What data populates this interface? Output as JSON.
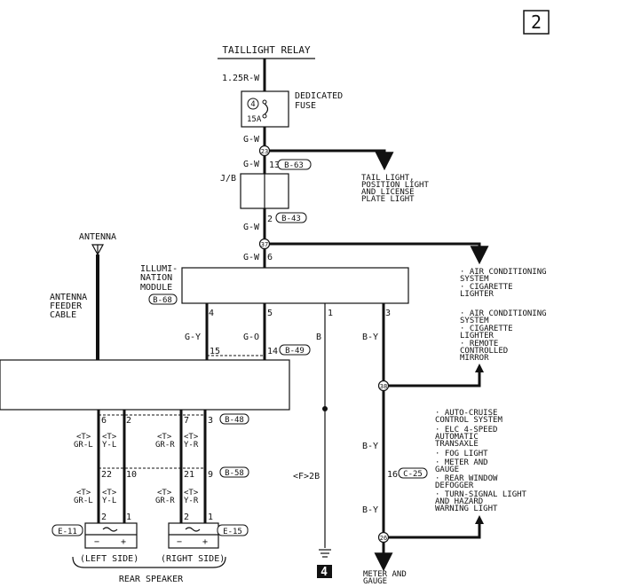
{
  "page_number": "2",
  "taillight_relay": "TAILLIGHT RELAY",
  "fuse": {
    "top_wire": "1.25R-W",
    "number": "4",
    "amps": "15A",
    "label_1": "DEDICATED",
    "label_2": "FUSE"
  },
  "wire_gw": "G-W",
  "splices": {
    "s23": "23",
    "s37": "37",
    "s38": "38",
    "s26": "26"
  },
  "jb": {
    "label": "J/B",
    "top_pin": "13",
    "top_conn": "B-63",
    "bottom_pin": "2",
    "bottom_conn": "B-43"
  },
  "tail_light": [
    "TAIL LIGHT,",
    "POSITION LIGHT",
    "AND LICENSE",
    "PLATE LIGHT"
  ],
  "illum_module": {
    "label": [
      "ILLUMI-",
      "NATION",
      "MODULE"
    ],
    "conn": "B-68",
    "pin_top": "6",
    "pins": [
      "4",
      "5",
      "1",
      "3"
    ]
  },
  "antenna": {
    "label": "ANTENNA",
    "feeder": [
      "ANTENNA",
      "FEEDER",
      "CABLE"
    ]
  },
  "dest_air": [
    "· AIR CONDITIONING",
    "  SYSTEM",
    "· CIGARETTE",
    "  LIGHTER"
  ],
  "dest_air2": [
    "· AIR CONDITIONING",
    "  SYSTEM",
    "· CIGARETTE",
    "  LIGHTER",
    "· REMOTE",
    "  CONTROLLED",
    "  MIRROR"
  ],
  "dest_list": [
    "· AUTO-CRUISE",
    "  CONTROL SYSTEM",
    "· ELC 4-SPEED",
    "  AUTOMATIC",
    "  TRANSAXLE",
    "· FOG LIGHT",
    "· METER AND",
    "  GAUGE",
    "· REAR WINDOW",
    "  DEFOGGER",
    "· TURN-SIGNAL LIGHT",
    "  AND HAZARD",
    "  WARNING LIGHT"
  ],
  "module_wires": {
    "gy": "G-Y",
    "go": "G-O",
    "b": "B",
    "by": "B-Y",
    "pin15": "15",
    "pin14": "14",
    "conn_b49": "B-49"
  },
  "speaker_wires": {
    "t": "<T>",
    "gr_l": "GR-L",
    "y_l": "Y-L",
    "gr_r": "GR-R",
    "y_r": "Y-R",
    "pins_top": [
      "6",
      "2",
      "7",
      "3"
    ],
    "conn_b48": "B-48",
    "pins_mid": [
      "22",
      "10",
      "21",
      "9"
    ],
    "conn_b58": "B-58",
    "pins_bot": [
      "2",
      "1",
      "2",
      "1"
    ],
    "conn_e11": "E-11",
    "conn_e15": "E-15"
  },
  "ground": {
    "label": "<F>2B",
    "number": "4"
  },
  "by_lower": {
    "pin": "16",
    "conn": "C-25",
    "label": "B-Y"
  },
  "meter": [
    "METER AND",
    "GAUGE"
  ],
  "left_side": "(LEFT SIDE)",
  "right_side": "(RIGHT SIDE)",
  "rear_speaker": "REAR SPEAKER"
}
